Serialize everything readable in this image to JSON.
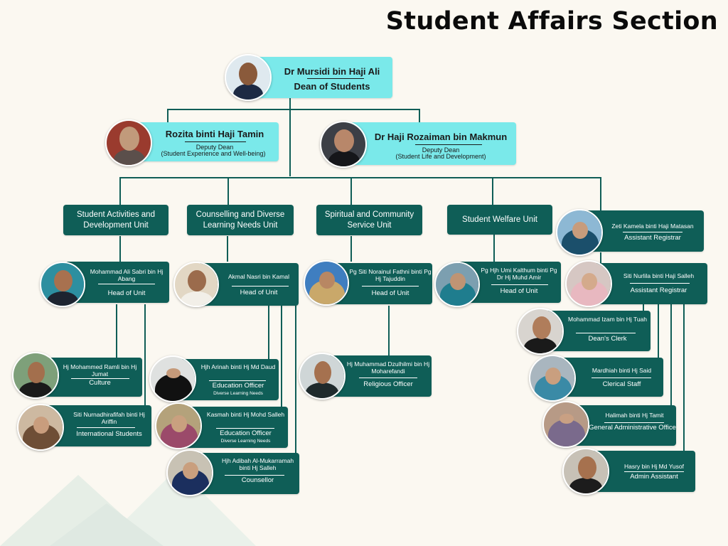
{
  "title": "Student Affairs Section",
  "dean": {
    "name": "Dr Mursidi bin Haji Ali",
    "role": "Dean of Students"
  },
  "deputies": [
    {
      "name": "Rozita binti Haji Tamin",
      "role": "Deputy Dean",
      "sub": "(Student Experience and Well-being)"
    },
    {
      "name": "Dr Haji Rozaiman bin Makmun",
      "role": "Deputy Dean",
      "sub": "(Student Life and Development)"
    }
  ],
  "units": [
    {
      "label": "Student Activities and Development Unit"
    },
    {
      "label": "Counselling and Diverse Learning Needs Unit"
    },
    {
      "label": "Spiritual and Community Service Unit"
    },
    {
      "label": "Student Welfare Unit"
    }
  ],
  "people": [
    {
      "name": "Mohammad Ali Sabri bin Hj Abang",
      "role": "Head of Unit",
      "sub": ""
    },
    {
      "name": "Akmal Nasri bin Kamal",
      "role": "Head of Unit",
      "sub": ""
    },
    {
      "name": "Pg Siti Norainul Fathni binti Pg Hj Tajuddin",
      "role": "Head of Unit",
      "sub": ""
    },
    {
      "name": "Pg Hjh Umi Kalthum binti Pg Dr Hj Muhd Amir",
      "role": "Head of Unit",
      "sub": ""
    },
    {
      "name": "Zeti Kamela binti Haji Matasan",
      "role": "Assistant Registrar",
      "sub": ""
    },
    {
      "name": "Siti Nurlila binti Haji Salleh",
      "role": "Assistant Registrar",
      "sub": ""
    },
    {
      "name": "Hj Mohammed Ramli bin Hj Jumat",
      "role": "Culture",
      "sub": ""
    },
    {
      "name": "Siti Nurnadhirafifah binti Hj Ariffin",
      "role": "International Students",
      "sub": ""
    },
    {
      "name": "Hjh Arinah binti Hj Md Daud",
      "role": "Education Officer",
      "sub": "Diverse Learning Needs"
    },
    {
      "name": "Kasmah binti Hj Mohd Salleh",
      "role": "Education Officer",
      "sub": "Diverse Learning Needs"
    },
    {
      "name": "Hjh Adibah Al-Mukarramah binti Hj Salleh",
      "role": "Counsellor",
      "sub": ""
    },
    {
      "name": "Hj Muhammad Dzulhilmi bin Hj Moharefandi",
      "role": "Religious Officer",
      "sub": ""
    },
    {
      "name": "Mohammad Izam bin Hj Tuah",
      "role": "Dean's Clerk",
      "sub": ""
    },
    {
      "name": "Mardhiah binti Hj Said",
      "role": "Clerical Staff",
      "sub": ""
    },
    {
      "name": "Halimah binti Hj Tamit",
      "role": "General Administrative Office",
      "sub": ""
    },
    {
      "name": "Hasry bin Hj Md Yusof",
      "role": "Admin Assistant",
      "sub": ""
    }
  ],
  "colors": {
    "teal": "#0f5e57",
    "cyan": "#7ae9ea",
    "line": "#0f5e57",
    "background": "#fbf8f1"
  }
}
